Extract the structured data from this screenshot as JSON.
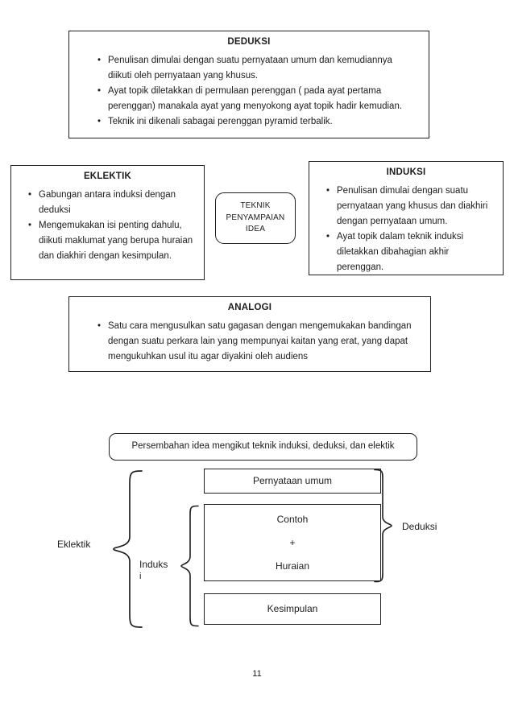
{
  "ui": {
    "bullet": "•"
  },
  "sections": {
    "deduksi": {
      "title": "DEDUKSI",
      "bullets": [
        "Penulisan dimulai dengan suatu pernyataan umum dan kemudiannya diikuti oleh pernyataan yang khusus.",
        "Ayat topik diletakkan di permulaan perenggan ( pada ayat pertama perenggan) manakala ayat yang menyokong ayat topik hadir kemudian.",
        "Teknik ini dikenali sabagai perenggan pyramid terbalik."
      ]
    },
    "eklektik": {
      "title": "EKLEKTIK",
      "bullets": [
        "Gabungan antara induksi dengan deduksi",
        "Mengemukakan isi penting dahulu, diikuti maklumat yang berupa huraian dan diakhiri dengan kesimpulan."
      ]
    },
    "induksi": {
      "title": "INDUKSI",
      "bullets": [
        "Penulisan dimulai dengan suatu pernyataan yang khusus dan diakhiri dengan pernyataan umum.",
        "Ayat topik dalam teknik induksi diletakkan dibahagian akhir perenggan."
      ]
    },
    "analogi": {
      "title": "ANALOGI",
      "bullets": [
        "Satu cara mengusulkan satu gagasan dengan mengemukakan bandingan dengan suatu perkara lain yang mempunyai kaitan yang erat, yang dapat mengukuhkan usul itu agar diyakini oleh audiens"
      ]
    },
    "center": {
      "line1": "TEKNIK",
      "line2": "PENYAMPAIAN",
      "line3": "IDEA"
    }
  },
  "diagram": {
    "title": "Persembahan idea mengikut teknik induksi, deduksi, dan elektik",
    "nodes": {
      "pernyataan_umum": "Pernyataan umum",
      "contoh": "Contoh",
      "plus": "+",
      "huraian": "Huraian",
      "kesimpulan": "Kesimpulan"
    },
    "labels": {
      "eklektik": "Eklektik",
      "induksi_line1": "Induks",
      "induksi_line2": "i",
      "deduksi": "Deduksi"
    }
  },
  "page": {
    "number": "11"
  }
}
